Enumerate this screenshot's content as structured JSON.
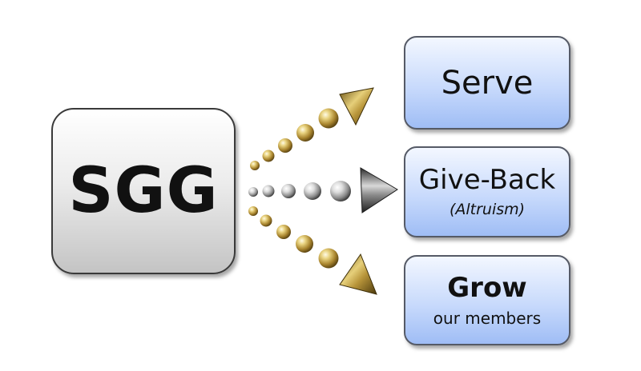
{
  "source": {
    "label": "SGG"
  },
  "targets": [
    {
      "title": "Serve",
      "subtitle": ""
    },
    {
      "title": "Give-Back",
      "subtitle": "(Altruism)"
    },
    {
      "title": "Grow",
      "subtitle": "our members"
    }
  ],
  "colors": {
    "source_fill": "#d9d9d9",
    "target_fill": "#c8dafc",
    "gold_bead": "#c8a84a",
    "silver_bead": "#b8b8b8"
  },
  "icons": {
    "top_arrow": "gold-cone-arrow-icon",
    "middle_arrow": "silver-cone-arrow-icon",
    "bottom_arrow": "gold-cone-arrow-icon"
  }
}
